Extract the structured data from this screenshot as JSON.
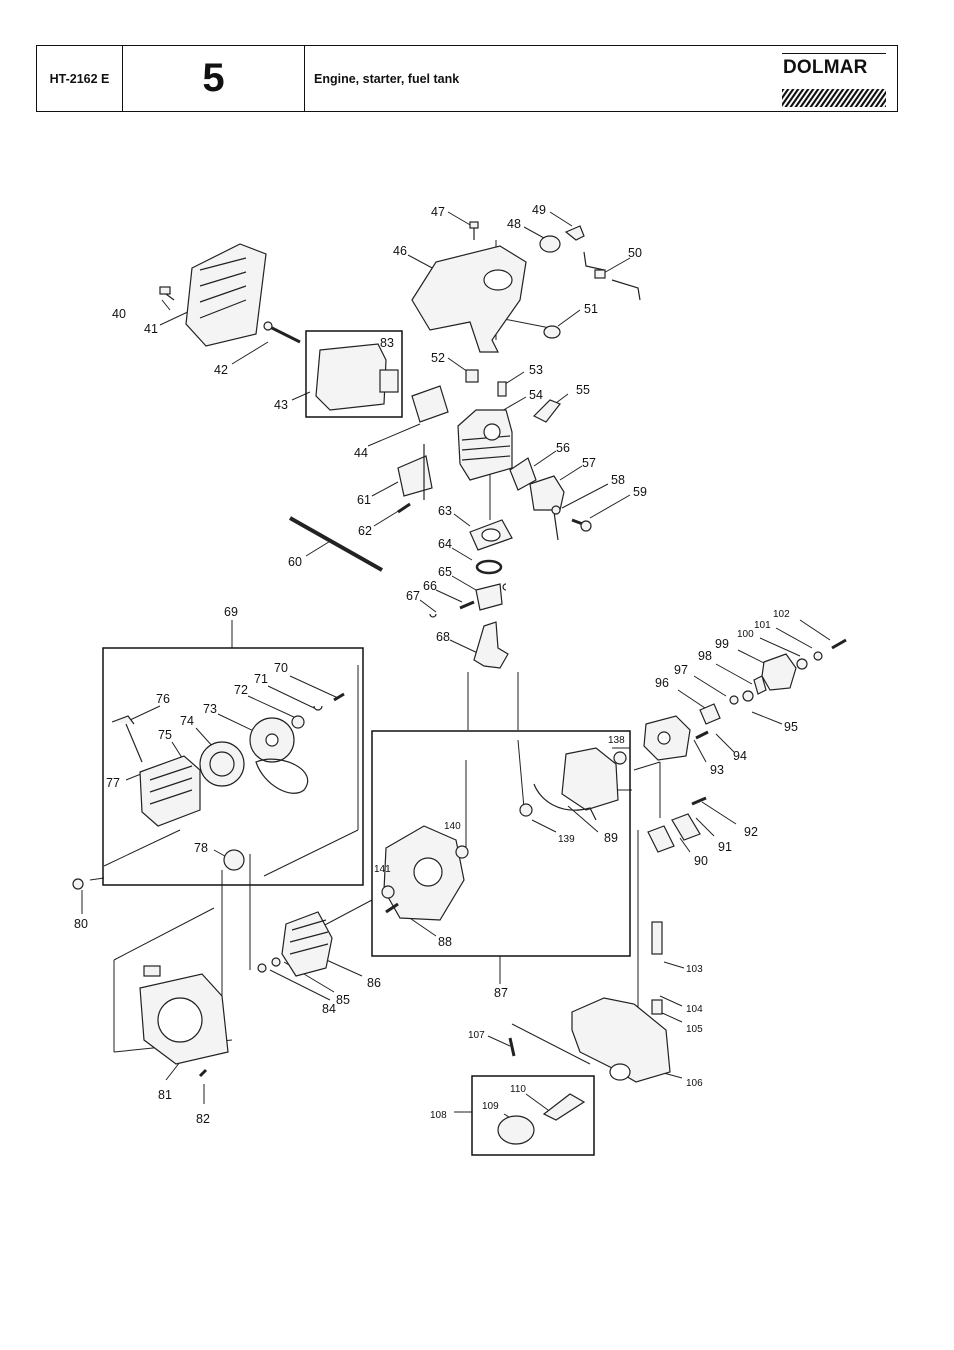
{
  "header": {
    "model": "HT-2162 E",
    "section": "5",
    "title": "Engine, starter, fuel tank",
    "logo": "DOLMAR"
  },
  "callouts": [
    {
      "id": "c40",
      "label": "40"
    },
    {
      "id": "c41",
      "label": "41"
    },
    {
      "id": "c42",
      "label": "42"
    },
    {
      "id": "c43",
      "label": "43"
    },
    {
      "id": "c44",
      "label": "44"
    },
    {
      "id": "c46",
      "label": "46"
    },
    {
      "id": "c47",
      "label": "47"
    },
    {
      "id": "c48",
      "label": "48"
    },
    {
      "id": "c49",
      "label": "49"
    },
    {
      "id": "c50",
      "label": "50"
    },
    {
      "id": "c51",
      "label": "51"
    },
    {
      "id": "c52",
      "label": "52"
    },
    {
      "id": "c53",
      "label": "53"
    },
    {
      "id": "c54",
      "label": "54"
    },
    {
      "id": "c55",
      "label": "55"
    },
    {
      "id": "c56",
      "label": "56"
    },
    {
      "id": "c57",
      "label": "57"
    },
    {
      "id": "c58",
      "label": "58"
    },
    {
      "id": "c59",
      "label": "59"
    },
    {
      "id": "c60",
      "label": "60"
    },
    {
      "id": "c61",
      "label": "61"
    },
    {
      "id": "c62",
      "label": "62"
    },
    {
      "id": "c63",
      "label": "63"
    },
    {
      "id": "c64",
      "label": "64"
    },
    {
      "id": "c65",
      "label": "65"
    },
    {
      "id": "c66",
      "label": "66"
    },
    {
      "id": "c67",
      "label": "67"
    },
    {
      "id": "c68",
      "label": "68"
    },
    {
      "id": "c69",
      "label": "69"
    },
    {
      "id": "c70",
      "label": "70"
    },
    {
      "id": "c71",
      "label": "71"
    },
    {
      "id": "c72",
      "label": "72"
    },
    {
      "id": "c73",
      "label": "73"
    },
    {
      "id": "c74",
      "label": "74"
    },
    {
      "id": "c75",
      "label": "75"
    },
    {
      "id": "c76",
      "label": "76"
    },
    {
      "id": "c77",
      "label": "77"
    },
    {
      "id": "c78",
      "label": "78"
    },
    {
      "id": "c80",
      "label": "80"
    },
    {
      "id": "c81",
      "label": "81"
    },
    {
      "id": "c82",
      "label": "82"
    },
    {
      "id": "c83",
      "label": "83"
    },
    {
      "id": "c84",
      "label": "84"
    },
    {
      "id": "c85",
      "label": "85"
    },
    {
      "id": "c86",
      "label": "86"
    },
    {
      "id": "c87",
      "label": "87"
    },
    {
      "id": "c88",
      "label": "88"
    },
    {
      "id": "c89",
      "label": "89"
    },
    {
      "id": "c90",
      "label": "90"
    },
    {
      "id": "c91",
      "label": "91"
    },
    {
      "id": "c92",
      "label": "92"
    },
    {
      "id": "c93",
      "label": "93"
    },
    {
      "id": "c94",
      "label": "94"
    },
    {
      "id": "c95",
      "label": "95"
    },
    {
      "id": "c96",
      "label": "96"
    },
    {
      "id": "c97",
      "label": "97"
    },
    {
      "id": "c98",
      "label": "98"
    },
    {
      "id": "c99",
      "label": "99"
    },
    {
      "id": "c100",
      "label": "100"
    },
    {
      "id": "c101",
      "label": "101"
    },
    {
      "id": "c102",
      "label": "102"
    },
    {
      "id": "c103",
      "label": "103"
    },
    {
      "id": "c104",
      "label": "104"
    },
    {
      "id": "c105",
      "label": "105"
    },
    {
      "id": "c106",
      "label": "106"
    },
    {
      "id": "c107",
      "label": "107"
    },
    {
      "id": "c108",
      "label": "108"
    },
    {
      "id": "c109",
      "label": "109"
    },
    {
      "id": "c110",
      "label": "110"
    },
    {
      "id": "c138",
      "label": "138"
    },
    {
      "id": "c139",
      "label": "139"
    },
    {
      "id": "c140",
      "label": "140"
    },
    {
      "id": "c141",
      "label": "141"
    }
  ]
}
